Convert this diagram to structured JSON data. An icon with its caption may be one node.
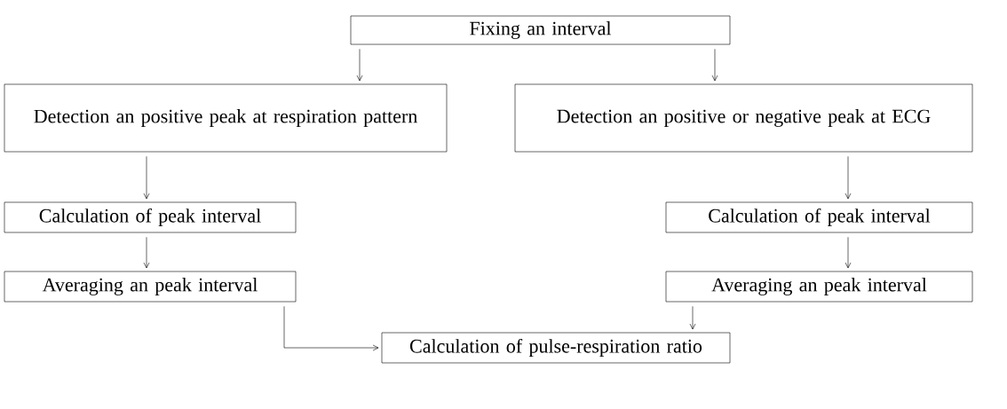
{
  "diagram": {
    "nodes": [
      {
        "text": [
          "Fixing an interval"
        ]
      },
      {
        "text": [
          "Detection an positive peak at respiration pattern"
        ]
      },
      {
        "text": [
          "Detection an positive or negative peak at ECG"
        ]
      },
      {
        "text": [
          "Calculation of peak interval"
        ]
      },
      {
        "text": [
          "Calculation of peak interval"
        ]
      },
      {
        "text": [
          "Averaging an peak interval"
        ]
      },
      {
        "text": [
          "Averaging an peak interval"
        ]
      },
      {
        "text": [
          "Calculation of pulse-respiration ratio"
        ]
      }
    ],
    "edges": [
      {
        "from": 0,
        "to": 1,
        "arrow": "to"
      },
      {
        "from": 0,
        "to": 2,
        "arrow": "to"
      },
      {
        "from": 1,
        "to": 3,
        "arrow": "to"
      },
      {
        "from": 2,
        "to": 4,
        "arrow": "to"
      },
      {
        "from": 3,
        "to": 5,
        "arrow": "to"
      },
      {
        "from": 4,
        "to": 6,
        "arrow": "to"
      },
      {
        "from": 5,
        "to": 7,
        "arrow": "to"
      },
      {
        "from": 6,
        "to": 7,
        "arrow": "to"
      }
    ]
  }
}
